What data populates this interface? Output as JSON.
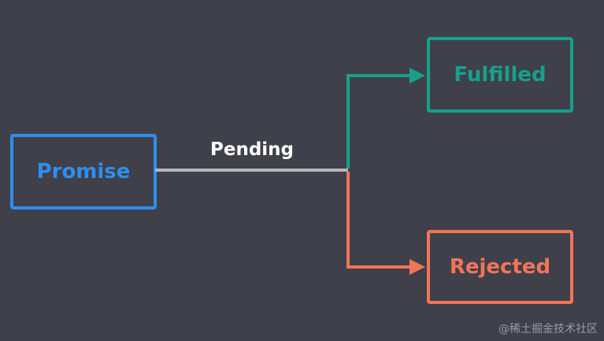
{
  "colors": {
    "background": "#3f4049",
    "promise": "#2f8ef0",
    "fulfilled": "#17a08c",
    "rejected": "#f2755a",
    "pending_line": "#b5b5bd",
    "pending_text": "#ffffff",
    "watermark": "#9a9ba3"
  },
  "nodes": {
    "promise": "Promise",
    "fulfilled": "Fulfilled",
    "rejected": "Rejected"
  },
  "edge_label": "Pending",
  "watermark": "@稀土掘金技术社区"
}
